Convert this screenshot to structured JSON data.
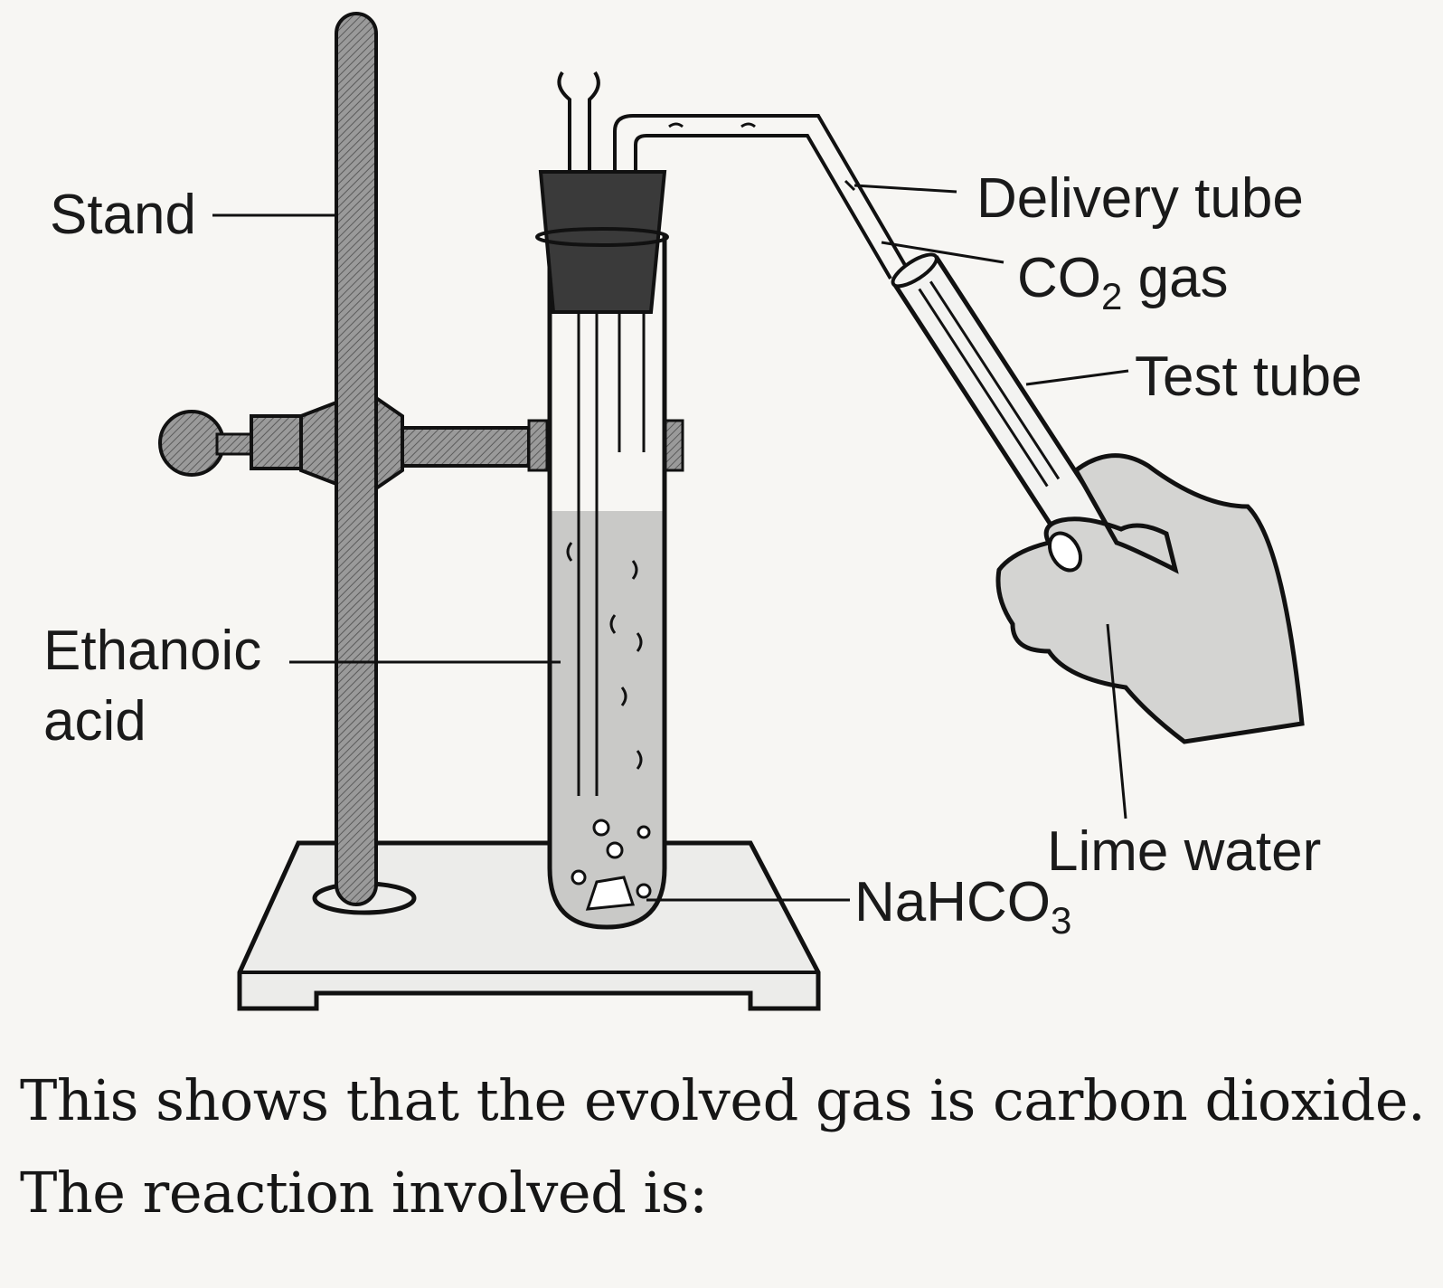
{
  "labels": {
    "stand": "Stand",
    "ethanoic_acid_line1": "Ethanoic",
    "ethanoic_acid_line2": "acid",
    "delivery_tube": "Delivery tube",
    "co2_gas_main": "CO",
    "co2_gas_sub": "2",
    "co2_gas_rest": " gas",
    "test_tube": "Test tube",
    "lime_water": "Lime water",
    "nahco3_main": "NaHCO",
    "nahco3_sub": "3"
  },
  "caption": {
    "line1": "This shows that the evolved gas is carbon dioxide.",
    "line2": "The reaction involved is:"
  }
}
